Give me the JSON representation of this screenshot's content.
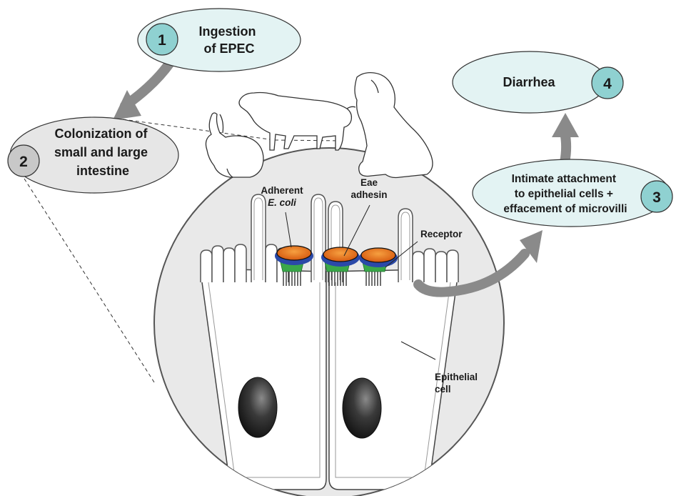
{
  "steps": [
    {
      "number": "1",
      "lines": [
        "Ingestion",
        "of EPEC"
      ]
    },
    {
      "number": "2",
      "lines": [
        "Colonization of",
        "small and large",
        "intestine"
      ]
    },
    {
      "number": "3",
      "lines": [
        "Intimate attachment",
        "to epithelial cells +",
        "effacement of microvilli"
      ]
    },
    {
      "number": "4",
      "lines": [
        "Diarrhea"
      ]
    }
  ],
  "labels": {
    "adherent": "Adherent",
    "ecoli": "E. coli",
    "eae": "Eae",
    "adhesin": "adhesin",
    "receptor": "Receptor",
    "epithelial": "Epithelial",
    "cell": "cell"
  },
  "colors": {
    "step_bubble_fill": "#e3f3f3",
    "number_circle_fill": "#8fd1d1",
    "colonization_bubble_fill": "#e6e6e6",
    "number2_fill": "#c8c8c8",
    "lumen_fill": "#e9e9e9",
    "arrow_gray": "#8a8a8a",
    "bacterium_orange": "#e8701c",
    "bacterium_blue": "#2b49a8",
    "receptor_green": "#3aa84a",
    "nucleus_dark": "#2a2a2a"
  },
  "icons": [
    "rabbit-icon",
    "pig-icon",
    "dog-icon"
  ]
}
